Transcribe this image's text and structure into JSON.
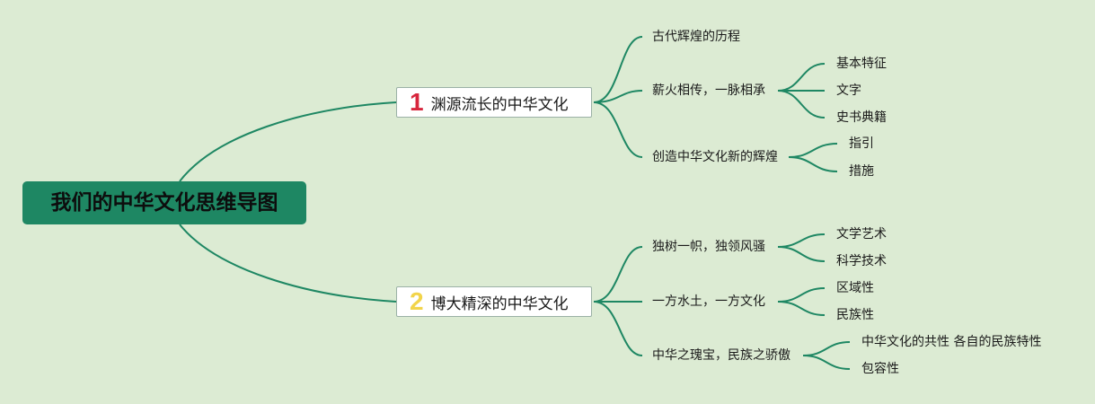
{
  "root": "我们的中华文化思维导图",
  "branches": [
    {
      "num": "1",
      "label": "渊源流长的中华文化",
      "children": [
        {
          "label": "古代辉煌的历程",
          "children": []
        },
        {
          "label": "薪火相传，一脉相承",
          "children": [
            "基本特征",
            "文字",
            "史书典籍"
          ]
        },
        {
          "label": "创造中华文化新的辉煌",
          "children": [
            "指引",
            "措施"
          ]
        }
      ]
    },
    {
      "num": "2",
      "label": "博大精深的中华文化",
      "children": [
        {
          "label": "独树一帜，独领风骚",
          "children": [
            "文学艺术",
            "科学技术"
          ]
        },
        {
          "label": "一方水土，一方文化",
          "children": [
            "区域性",
            "民族性"
          ]
        },
        {
          "label": "中华之瑰宝，民族之骄傲",
          "children": [
            "中华文化的共性 各自的民族特性",
            "包容性"
          ]
        }
      ]
    }
  ],
  "colors": {
    "background": "#dcebd3",
    "root_fill": "#1e8763",
    "line": "#1e8763",
    "num1": "#d7263d",
    "num2": "#f2d44a"
  }
}
